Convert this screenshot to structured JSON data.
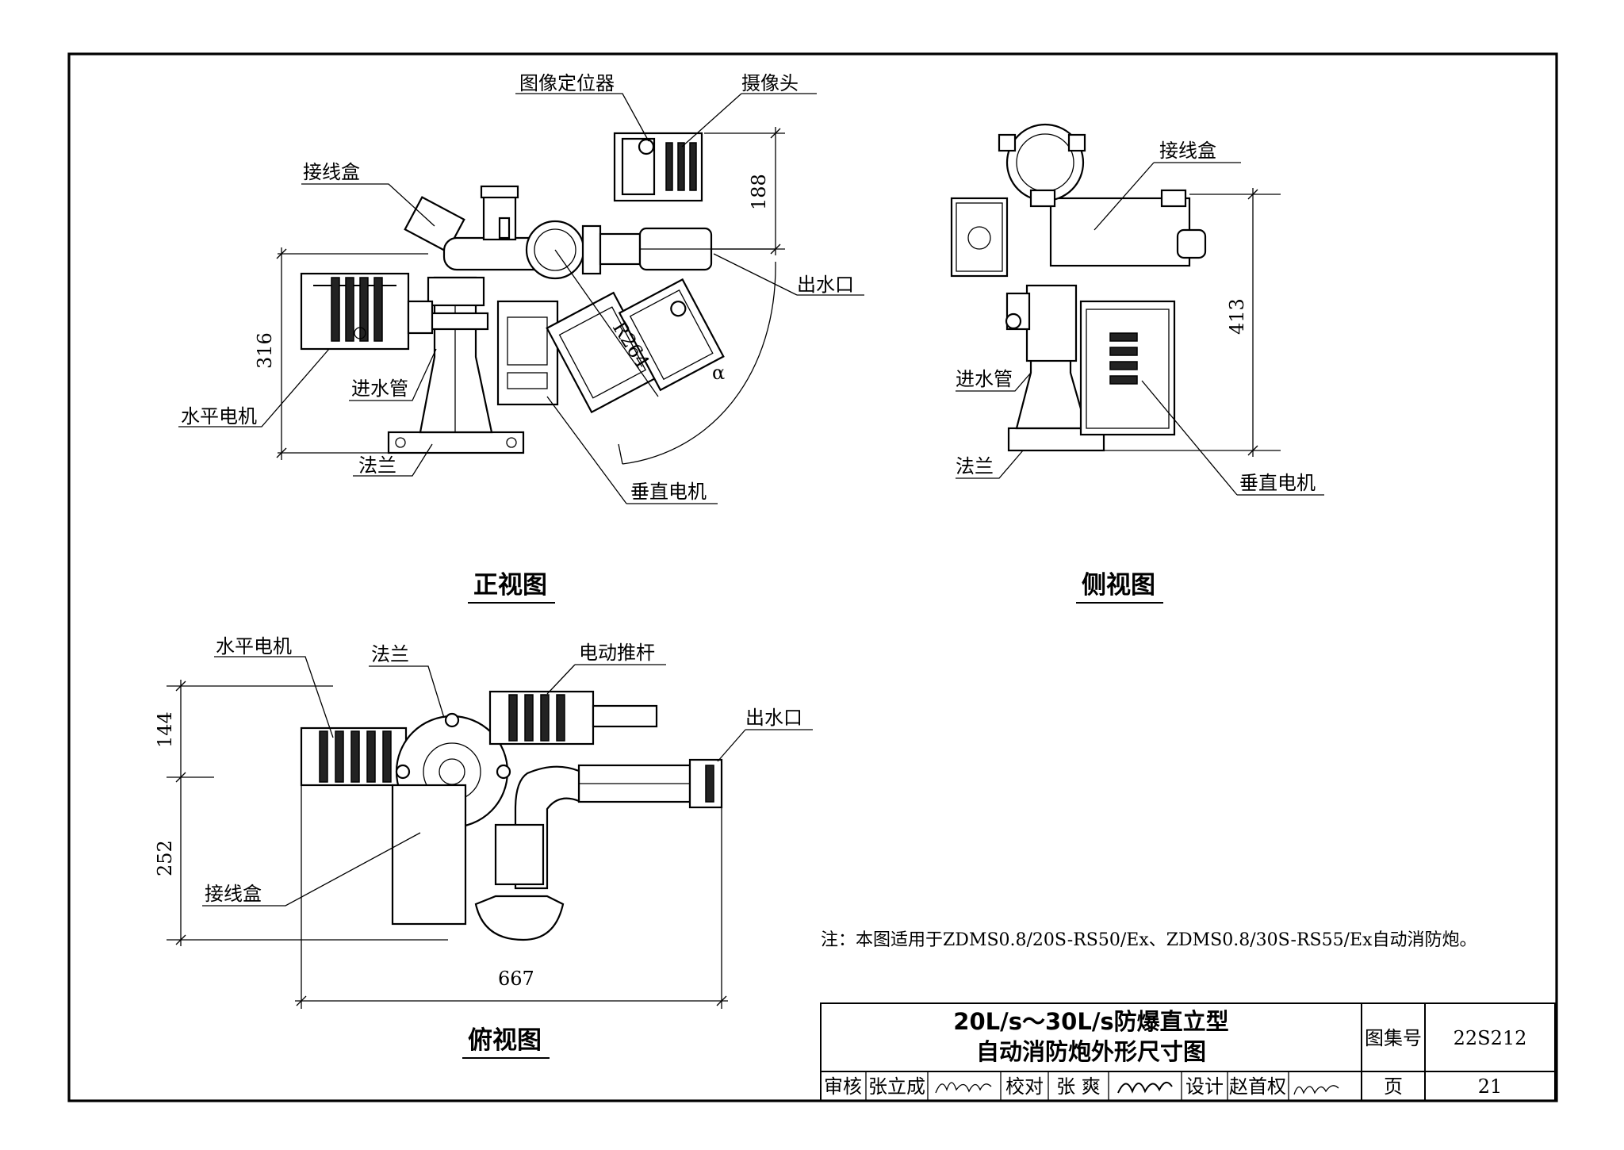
{
  "front_view": {
    "title": "正视图",
    "labels": {
      "image_locator": "图像定位器",
      "camera": "摄像头",
      "junction_box": "接线盒",
      "outlet": "出水口",
      "horizontal_motor": "水平电机",
      "inlet_pipe": "进水管",
      "flange": "法兰",
      "vertical_motor": "垂直电机"
    },
    "dimensions": {
      "height_316": "316",
      "height_188": "188",
      "radius": "R264",
      "angle": "α"
    }
  },
  "side_view": {
    "title": "侧视图",
    "labels": {
      "junction_box": "接线盒",
      "inlet_pipe": "进水管",
      "flange": "法兰",
      "vertical_motor": "垂直电机"
    },
    "dimensions": {
      "height_413": "413"
    }
  },
  "top_view": {
    "title": "俯视图",
    "labels": {
      "horizontal_motor": "水平电机",
      "flange": "法兰",
      "electric_pushrod": "电动推杆",
      "outlet": "出水口",
      "junction_box": "接线盒"
    },
    "dimensions": {
      "d144": "144",
      "d252": "252",
      "d667": "667"
    }
  },
  "note": "注：本图适用于ZDMS0.8/20S-RS50/Ex、ZDMS0.8/30S-RS55/Ex自动消防炮。",
  "title_block": {
    "title_line1": "20L/s～30L/s防爆直立型",
    "title_line2": "自动消防炮外形尺寸图",
    "atlas_label": "图集号",
    "atlas_no": "22S212",
    "page_label": "页",
    "page_no": "21",
    "review_label": "审核",
    "review_name": "张立成",
    "check_label": "校对",
    "check_name": "张 爽",
    "design_label": "设计",
    "design_name": "赵首权"
  }
}
